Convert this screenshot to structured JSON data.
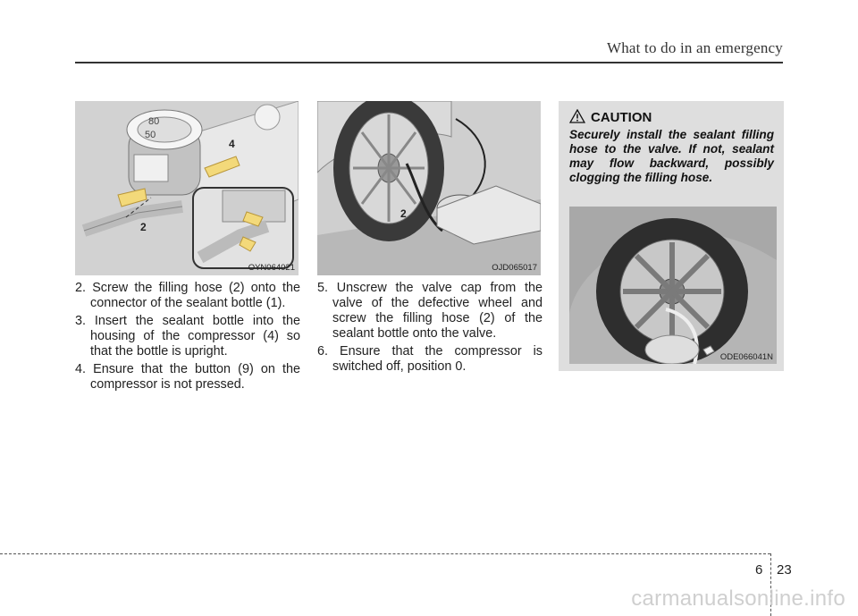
{
  "header": {
    "title": "What to do in an emergency"
  },
  "figures": [
    {
      "code": "OYN064021",
      "callouts": [
        "2",
        "4"
      ],
      "dial": [
        "80",
        "50"
      ]
    },
    {
      "code": "OJD065017",
      "callouts": [
        "2"
      ]
    }
  ],
  "columns": {
    "left": [
      "2. Screw the filling hose (2) onto the connector of the sealant bottle (1).",
      "3. Insert the sealant bottle into the housing of the compressor (4) so that the bottle is upright.",
      "4. Ensure that the button (9) on the compressor is not pressed."
    ],
    "middle": [
      "5. Unscrew the valve cap from the valve of the defective wheel and screw the filling hose (2) of the sealant bottle onto the valve.",
      "6. Ensure that the compressor is switched off, position 0."
    ]
  },
  "caution": {
    "heading": "CAUTION",
    "text": "Securely install the sealant filling hose to the valve. If not, sealant may flow backward, possibly clogging the filling hose.",
    "figure_code": "ODE066041N"
  },
  "footer": {
    "chapter": "6",
    "page": "23"
  },
  "watermark": "carmanualsonline.info"
}
